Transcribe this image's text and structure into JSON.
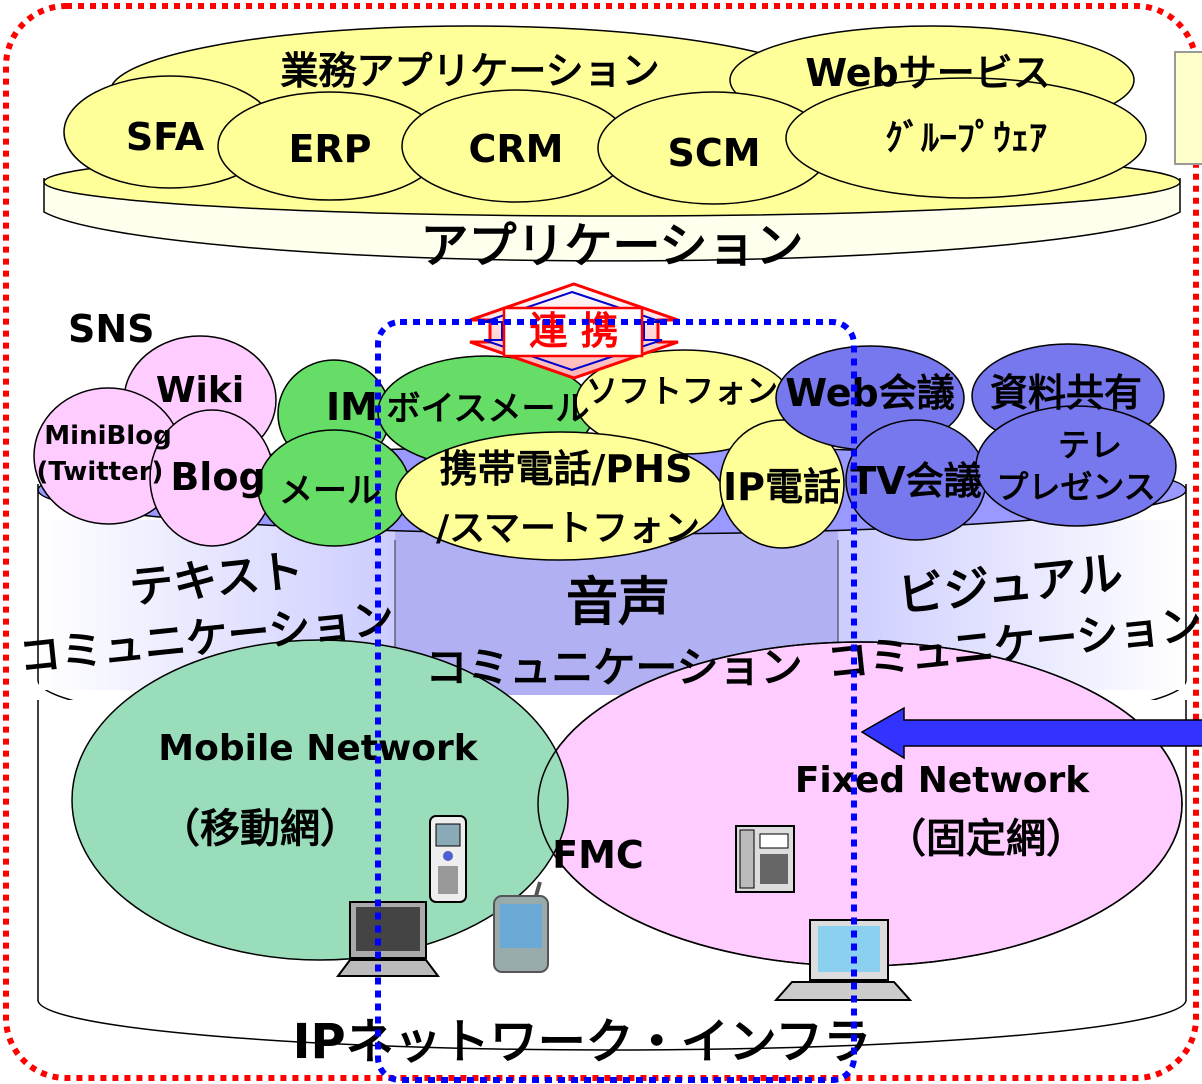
{
  "application_layer": {
    "title": "アプリケーション",
    "apps": {
      "gyomu": "業務アプリケーション",
      "web_service": "Webサービス",
      "sfa": "SFA",
      "erp": "ERP",
      "crm": "CRM",
      "scm": "SCM",
      "groupware": "ｸﾞﾙｰﾌﾟｳｪｱ"
    }
  },
  "link": {
    "label": "連 携"
  },
  "communication_layer": {
    "sns_label": "SNS",
    "tools": {
      "wiki": "Wiki",
      "miniblog_1": "MiniBlog",
      "miniblog_2": "(Twitter)",
      "blog": "Blog",
      "im": "IM",
      "mail": "メール",
      "voicemail": "ボイスメール",
      "softphone": "ソフトフォン",
      "mobile_1": "携帯電話/PHS",
      "mobile_2": "/スマートフォン",
      "ip_phone": "IP電話",
      "web_conf": "Web会議",
      "doc_share": "資料共有",
      "tv_conf": "TV会議",
      "telepresence_1": "テレ",
      "telepresence_2": "プレゼンス"
    },
    "categories": {
      "text_1": "テキスト",
      "text_2": "コミュニケーション",
      "voice_1": "音声",
      "voice_2": "コミュニケーション",
      "visual_1": "ビジュアル",
      "visual_2": "コミュニケーション"
    }
  },
  "network_layer": {
    "title": "IPネットワーク・インフラ",
    "mobile_1": "Mobile Network",
    "mobile_2": "（移動網）",
    "fixed_1": "Fixed Network",
    "fixed_2": "（固定網）",
    "fmc": "FMC"
  },
  "colors": {
    "app_yellow": "#ffff99",
    "comm_blue": "#9999ff",
    "mobile_green": "#99ddbb",
    "fixed_pink": "#ffccff",
    "frame_red": "#ff0000",
    "dotted_blue": "#0000ff"
  }
}
